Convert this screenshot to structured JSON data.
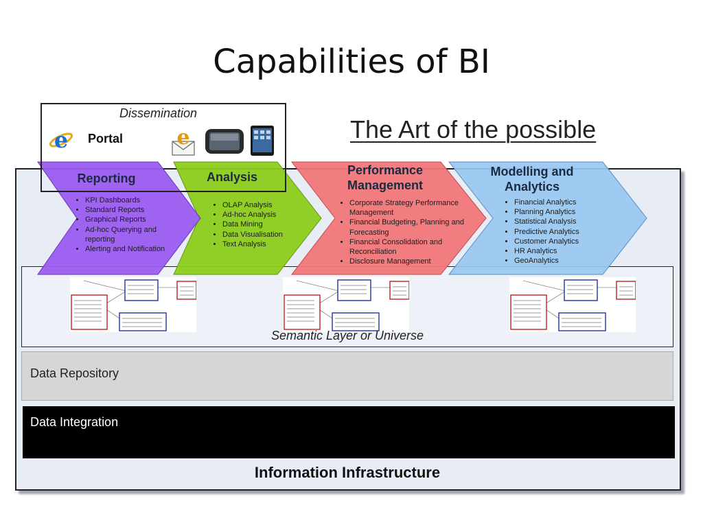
{
  "slide": {
    "title": "Capabilities of BI",
    "subtitle": "The Art of the possible"
  },
  "dissemination": {
    "label": "Dissemination",
    "portal_label": "Portal",
    "icons": [
      "internet-explorer-icon",
      "email-icon",
      "mobile-device-icon",
      "tablet-icon"
    ]
  },
  "chevrons": [
    {
      "title": "Reporting",
      "color": "#9b5cf0",
      "items": [
        "KPI Dashboards",
        "Standard Reports",
        "Graphical Reports",
        "Ad-hoc Querying and reporting",
        "Alerting and Notification"
      ]
    },
    {
      "title": "Analysis",
      "color": "#8ccc1c",
      "items": [
        "OLAP Analysis",
        "Ad-hoc Analysis",
        "Data Mining",
        "Data Visualisation",
        "Text Analysis"
      ]
    },
    {
      "title": "Performance Management",
      "color": "#f2777a",
      "items": [
        "Corporate Strategy Performance Management",
        "Financial Budgeting, Planning and Forecasting",
        "Financial Consolidation and Reconciliation",
        "Disclosure Management"
      ]
    },
    {
      "title": "Modelling and Analytics",
      "color": "#98c8f2",
      "items": [
        "Financial Analytics",
        "Planning Analytics",
        "Statistical Analysis",
        "Predictive Analytics",
        "Customer Analytics",
        "HR Analytics",
        "GeoAnalytics"
      ]
    }
  ],
  "layers": {
    "semantic": "Semantic Layer or Universe",
    "repository": "Data Repository",
    "integration": "Data Integration",
    "infrastructure": "Information Infrastructure"
  }
}
